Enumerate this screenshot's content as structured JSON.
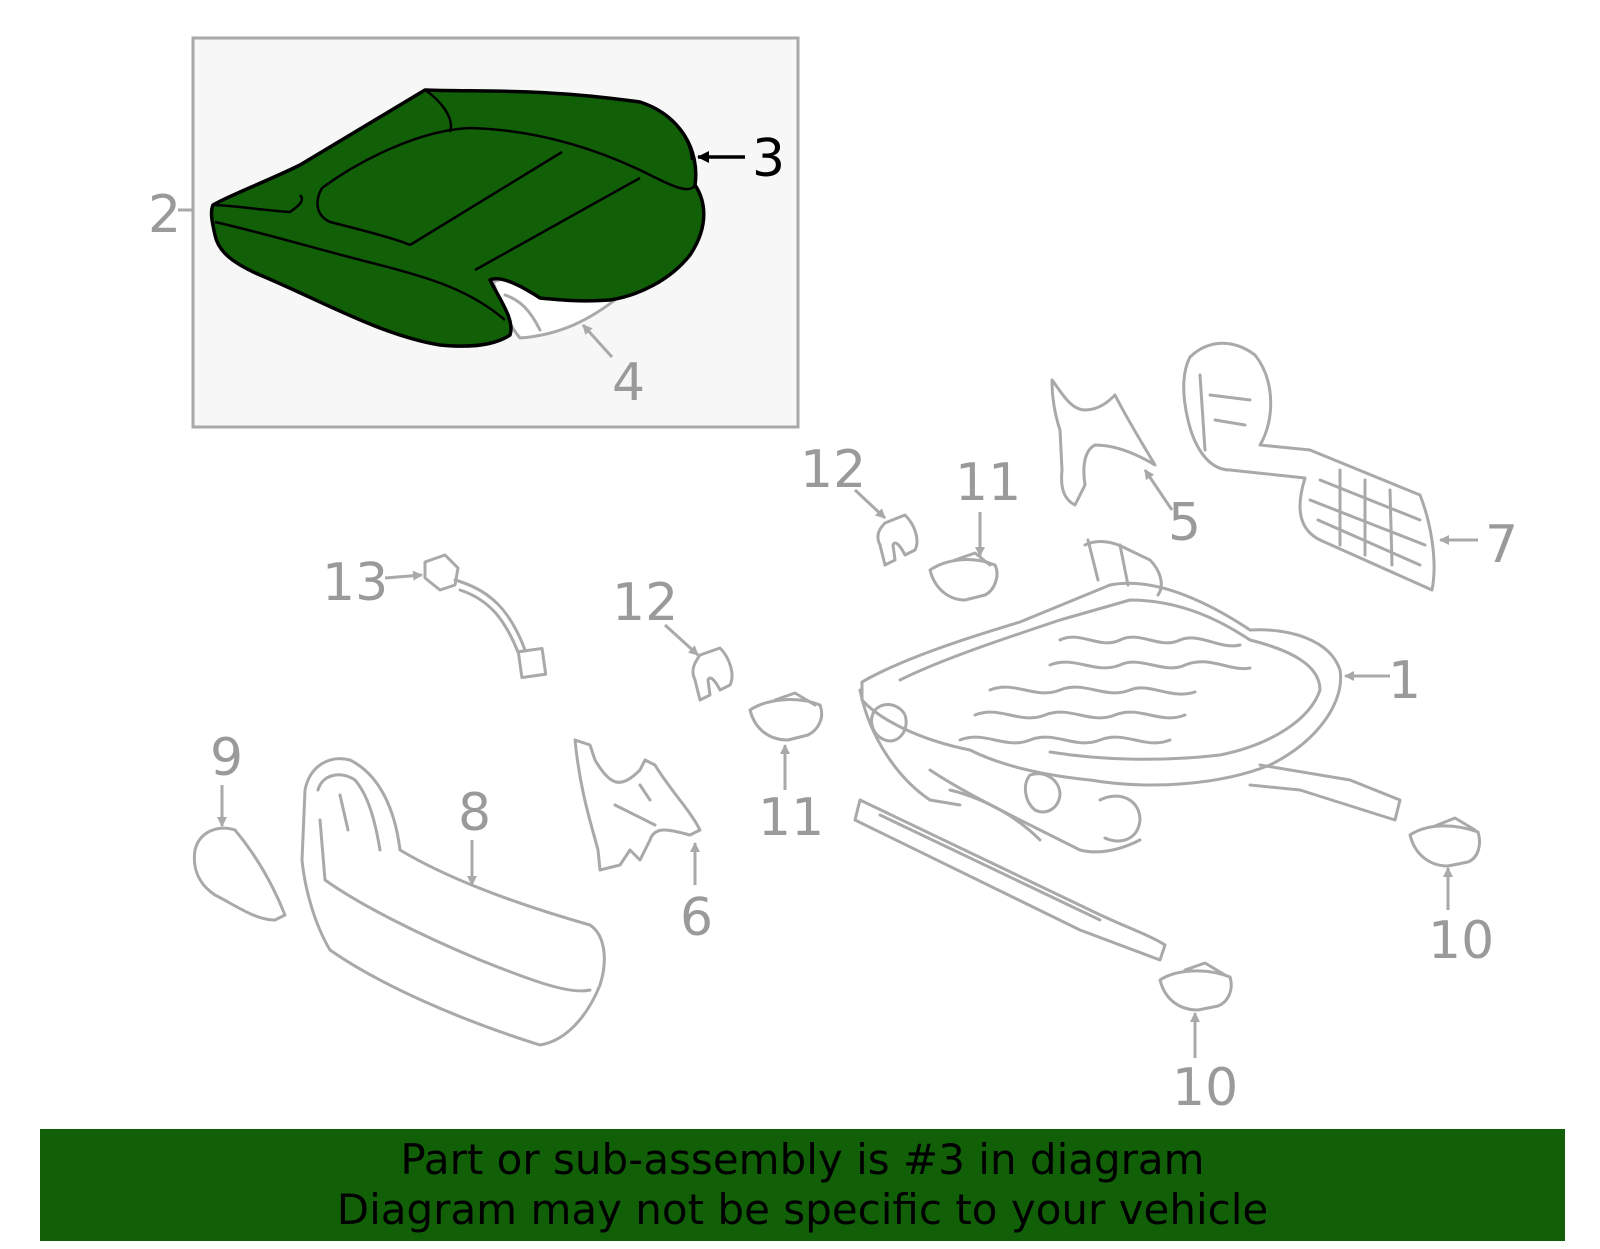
{
  "diagram": {
    "highlight_color": "#116008",
    "inset_background": "#f7f7f7",
    "line_color": "#a9a9a9",
    "callouts": {
      "c1": "1",
      "c2": "2",
      "c3": "3",
      "c4": "4",
      "c5": "5",
      "c6": "6",
      "c7": "7",
      "c8": "8",
      "c9": "9",
      "c10a": "10",
      "c10b": "10",
      "c11a": "11",
      "c11b": "11",
      "c12a": "12",
      "c12b": "12",
      "c13": "13"
    }
  },
  "banner": {
    "line1": "Part or sub-assembly is #3 in diagram",
    "line2": "Diagram may not be specific to your vehicle"
  }
}
